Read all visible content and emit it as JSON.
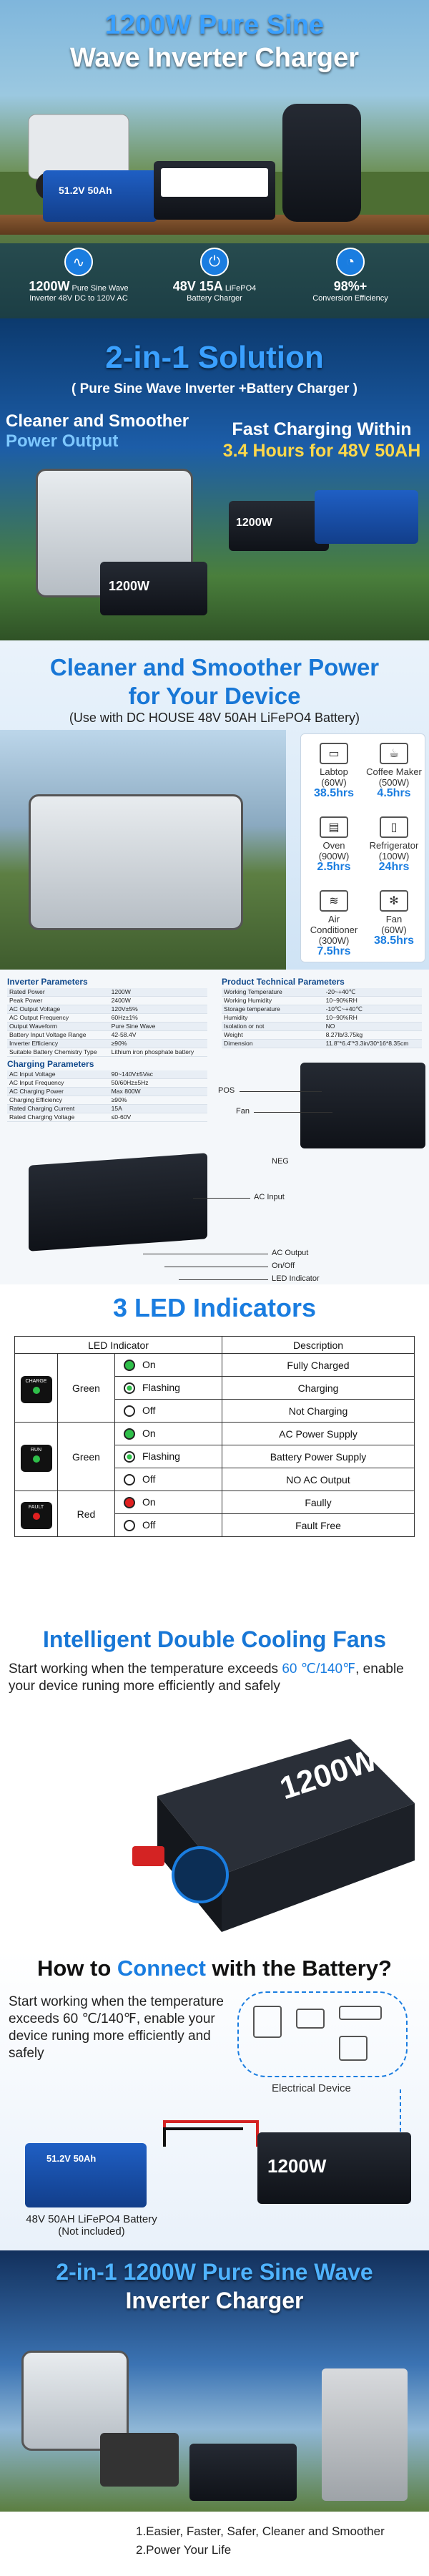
{
  "s1": {
    "title_line1": "1200W Pure Sine",
    "title_line2": "Wave Inverter Charger",
    "battery_label": "51.2V 50Ah",
    "features": [
      {
        "icon": "sine-wave-icon",
        "big": "1200W",
        "big_suffix": " Pure Sine Wave",
        "small": "Inverter 48V DC to 120V AC"
      },
      {
        "icon": "plug-icon",
        "big": "48V 15A",
        "big_suffix": " LiFePO4",
        "small": "Battery Charger"
      },
      {
        "icon": "gauge-icon",
        "big": "98%+",
        "big_suffix": "",
        "small": "Conversion Efficiency"
      }
    ]
  },
  "s2": {
    "title": "2-in-1 Solution",
    "subtitle": "( Pure Sine Wave Inverter +Battery Charger )",
    "left_l1": "Cleaner and Smoother",
    "left_l2": "Power Output",
    "right_l1": "Fast Charging Within",
    "right_hours": "3.4 Hours",
    "right_l2": " for 48V 50AH",
    "unit_label": "1200W"
  },
  "s3": {
    "title_l1": "Cleaner and Smoother Power",
    "title_l2": "for Your Device",
    "subtitle": "(Use with DC HOUSE 48V 50AH LiFePO4 Battery)",
    "devices": [
      {
        "icon": "laptop-icon",
        "name": "Labtop",
        "power": "(60W)",
        "time": "38.5hrs"
      },
      {
        "icon": "coffee-maker-icon",
        "name": "Coffee Maker",
        "power": "(500W)",
        "time": "4.5hrs"
      },
      {
        "icon": "oven-icon",
        "name": "Oven",
        "power": "(900W)",
        "time": "2.5hrs"
      },
      {
        "icon": "refrigerator-icon",
        "name": "Refrigerator",
        "power": "(100W)",
        "time": "24hrs"
      },
      {
        "icon": "air-conditioner-icon",
        "name": "Air Conditioner",
        "power": "(300W)",
        "time": "7.5hrs"
      },
      {
        "icon": "fan-icon",
        "name": "Fan",
        "power": "(60W)",
        "time": "38.5hrs"
      }
    ]
  },
  "s4": {
    "inv_title": "Inverter Parameters",
    "inv_rows": [
      [
        "Rated Power",
        "1200W"
      ],
      [
        "Peak Power",
        "2400W"
      ],
      [
        "AC Output Voltage",
        "120V±5%"
      ],
      [
        "AC Output Frequency",
        "60Hz±1%"
      ],
      [
        "Output Waveform",
        "Pure Sine Wave"
      ],
      [
        "Battery Input Voltage Range",
        "42-58.4V"
      ],
      [
        "Inverter Efficiency",
        "≥90%"
      ],
      [
        "Suitable Battery Chemistry Type",
        "Lithium iron phosphate battery"
      ]
    ],
    "chg_title": "Charging Parameters",
    "chg_rows": [
      [
        "AC Input Voltage",
        "90~140V±5Vac"
      ],
      [
        "AC Input Frequency",
        "50/60Hz±5Hz"
      ],
      [
        "AC Charging Power",
        "Max 800W"
      ],
      [
        "Charging Efficiency",
        "≥90%"
      ],
      [
        "Rated Charging Current",
        "15A"
      ],
      [
        "Rated Charging Voltage",
        "≤0-60V"
      ]
    ],
    "tech_title": "Product Technical Parameters",
    "tech_rows": [
      [
        "Working Temperature",
        "-20~+40℃"
      ],
      [
        "Working Humidity",
        "10~90%RH"
      ],
      [
        "Storage temperature",
        "-10℃~+40℃"
      ],
      [
        "Humidity",
        "10~90%RH"
      ],
      [
        "Isolation or not",
        "NO"
      ],
      [
        "Weight",
        "8.27lb/3.75kg"
      ],
      [
        "Dimension",
        "11.8\"*6.4\"*3.3in/30*16*8.35cm"
      ]
    ],
    "labels": {
      "pos": "POS",
      "fan": "Fan",
      "neg": "NEG",
      "ac_input": "AC Input",
      "ac_output": "AC Output",
      "on_off": "On/Off",
      "led_indicator": "LED Indicator"
    }
  },
  "s5": {
    "title": "3 LED Indicators",
    "head_left": "LED Indicator",
    "head_right": "Description",
    "groups": [
      {
        "badge": "CHARGE",
        "color_name": "Green",
        "dot": "#2fbf4a",
        "rows": [
          {
            "state": "On",
            "desc": "Fully Charged"
          },
          {
            "state": "Flashing",
            "desc": "Charging"
          },
          {
            "state": "Off",
            "desc": "Not Charging"
          }
        ]
      },
      {
        "badge": "RUN",
        "color_name": "Green",
        "dot": "#2fbf4a",
        "rows": [
          {
            "state": "On",
            "desc": "AC Power Supply"
          },
          {
            "state": "Flashing",
            "desc": "Battery Power Supply"
          },
          {
            "state": "Off",
            "desc": "NO AC Output"
          }
        ]
      },
      {
        "badge": "FAULT",
        "color_name": "Red",
        "dot": "#e02020",
        "rows": [
          {
            "state": "On",
            "desc": "Faully"
          },
          {
            "state": "Off",
            "desc": "Fault Free"
          }
        ]
      }
    ]
  },
  "s6": {
    "title": "Intelligent Double Cooling Fans",
    "p_pre": "Start working when the temperature exceeds ",
    "p_temp": "60 ℃/140℉",
    "p_post": ",  enable your device runing more efficiently and safely",
    "unit_text": "1200W"
  },
  "s7": {
    "title_pre": "How to ",
    "title_blue": "Connect",
    "title_post": " with the Battery?",
    "p": "Start working when the temperature exceeds 60 ℃/140℉,  enable your device runing more efficiently and safely",
    "electrical_label": "Electrical Device",
    "battery_text": "51.2V 50Ah",
    "battery_caption_l1": "48V  50AH LiFePO4 Battery",
    "battery_caption_l2": "(Not included)",
    "unit_text": "1200W"
  },
  "s8": {
    "title_l1": "2-in-1 1200W Pure Sine Wave",
    "title_l2": "Inverter Charger",
    "line1": "1.Easier, Faster, Safer, Cleaner and Smoother",
    "line2": "2.Power Your Life"
  },
  "colors": {
    "accent_blue": "#1a7de0",
    "gold": "#ffd84a",
    "green_led": "#2fbf4a",
    "red_led": "#e02020"
  }
}
